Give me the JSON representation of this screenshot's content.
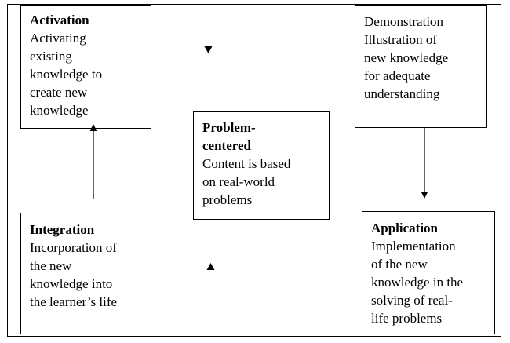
{
  "boxes": {
    "activation": {
      "title": "Activation",
      "lines": [
        "Activating",
        "existing",
        "knowledge to",
        "create new",
        "knowledge"
      ]
    },
    "demonstration": {
      "title": "",
      "lines": [
        "Demonstration",
        "Illustration of",
        "new knowledge",
        "for adequate",
        "understanding"
      ]
    },
    "problem": {
      "title_lines": [
        "Problem-",
        "centered"
      ],
      "lines": [
        "Content is based",
        "on real-world",
        "problems"
      ]
    },
    "integration": {
      "title": "Integration",
      "lines": [
        "Incorporation of",
        "the new",
        "knowledge into",
        "the learner’s life"
      ]
    },
    "application": {
      "title": "Application",
      "lines": [
        "Implementation",
        "of the new",
        "knowledge in the",
        "solving of real-",
        "life problems"
      ]
    }
  }
}
